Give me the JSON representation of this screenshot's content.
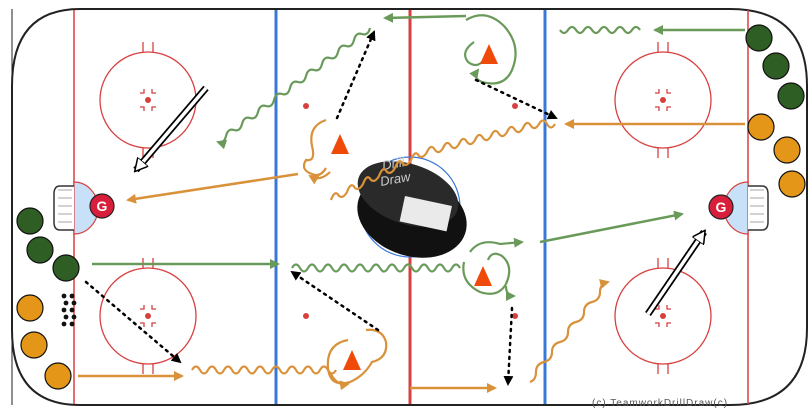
{
  "diagram": {
    "logo": {
      "line1": "Drill",
      "line2": "Draw"
    },
    "goalie_label": "G",
    "footer_text": "(c) TeamworkDrillDraw(c)"
  },
  "colors": {
    "green": "#2e5e24",
    "green_line": "#6a9a5a",
    "orange": "#e39617",
    "orange_line": "#d9913a",
    "red_line": "#d84040",
    "blue_line": "#3a78d8",
    "cone": "#f04a0a",
    "goalie": "#d81e3a",
    "crease": "#c8e0f8"
  },
  "legend_icons": [
    "player-green-icon",
    "player-orange-icon",
    "cone-icon",
    "goalie-icon",
    "puck-logo-icon"
  ]
}
